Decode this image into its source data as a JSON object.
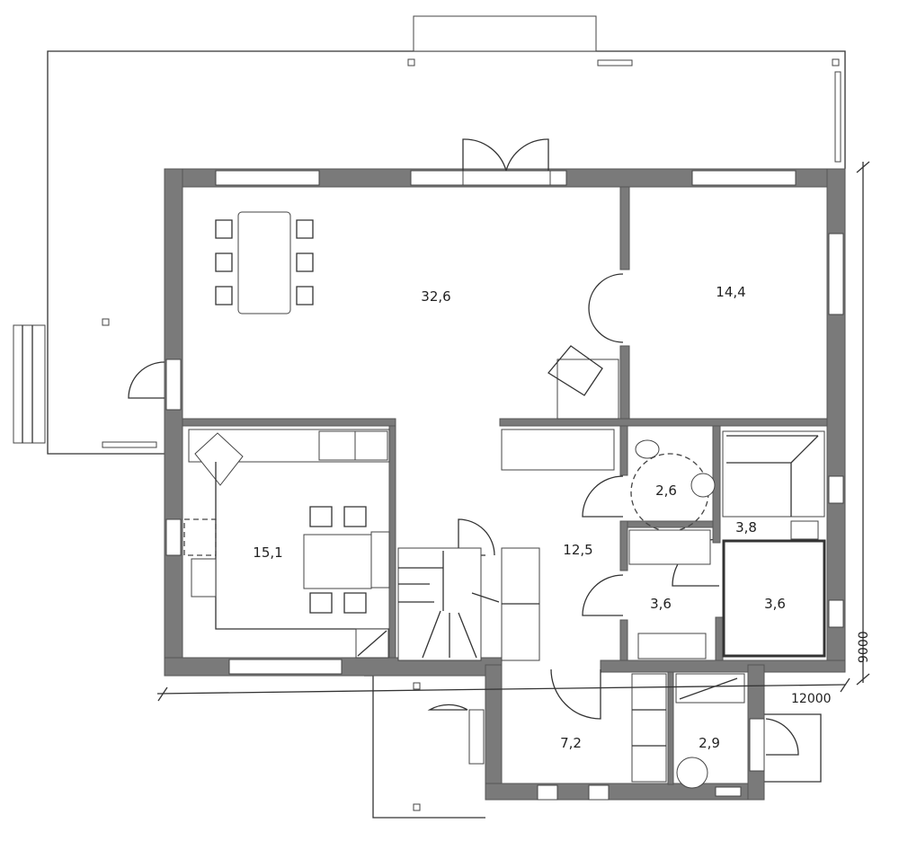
{
  "rooms": [
    {
      "id": "living",
      "area": "32,6"
    },
    {
      "id": "bedroom",
      "area": "14,4"
    },
    {
      "id": "kitchen",
      "area": "15,1"
    },
    {
      "id": "wc",
      "area": "2,6"
    },
    {
      "id": "sauna",
      "area": "3,8"
    },
    {
      "id": "hall",
      "area": "12,5"
    },
    {
      "id": "utility",
      "area": "3,6"
    },
    {
      "id": "washroom",
      "area": "3,6"
    },
    {
      "id": "entrance",
      "area": "7,2"
    },
    {
      "id": "technical",
      "area": "2,9"
    }
  ],
  "dimensions": {
    "width": "12000",
    "depth": "9000"
  },
  "colors": {
    "wall": "#7a7a7a",
    "line": "#333333"
  }
}
